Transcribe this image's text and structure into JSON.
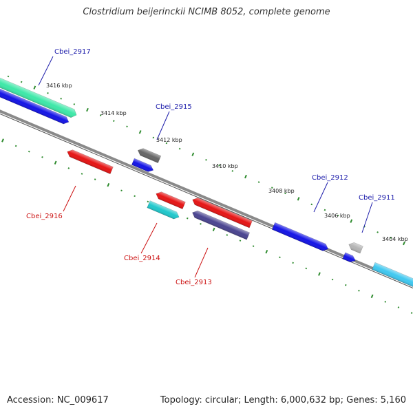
{
  "title": "Clostridium beijerinckii NCIMB 8052, complete genome",
  "footer": {
    "accession": "Accession: NC_009617",
    "summary": "Topology: circular; Length: 6,000,632 bp; Genes: 5,160"
  },
  "colors": {
    "backbone": "#8a8a8a",
    "tick": "#2e8b2e",
    "label_forward": "#1a1aaa",
    "label_reverse": "#cc1111",
    "leader_forward": "#1a1aaa",
    "leader_reverse": "#cc1111"
  },
  "scale_labels": [
    "3416 kbp",
    "3414 kbp",
    "3412 kbp",
    "3410 kbp",
    "3408 kbp",
    "3406 kbp",
    "3404 kbp"
  ],
  "genes": [
    {
      "id": "Cbei_2917",
      "strand": "forward",
      "color": "#3ee8a8"
    },
    {
      "id": "Cbei_2915",
      "strand": "forward",
      "color": "#666666"
    },
    {
      "id": "Cbei_2912",
      "strand": "forward",
      "color": "#1414e6"
    },
    {
      "id": "Cbei_2911",
      "strand": "forward",
      "color": "#b4b4b4"
    },
    {
      "id": "Cbei_2916",
      "strand": "reverse",
      "color": "#e61414"
    },
    {
      "id": "Cbei_2914",
      "strand": "reverse",
      "color": "#20c8cc"
    },
    {
      "id": "Cbei_2913",
      "strand": "reverse",
      "color": "#4a4490"
    }
  ],
  "unlabeled_features": [
    {
      "name": "blue-feature-a",
      "color": "#1414e6"
    },
    {
      "name": "blue-feature-b",
      "color": "#1414e6"
    },
    {
      "name": "blue-feature-c",
      "color": "#1414e6"
    },
    {
      "name": "red-feature-a",
      "color": "#e61414"
    },
    {
      "name": "cyan-feature-a",
      "color": "#40c8f0"
    }
  ]
}
